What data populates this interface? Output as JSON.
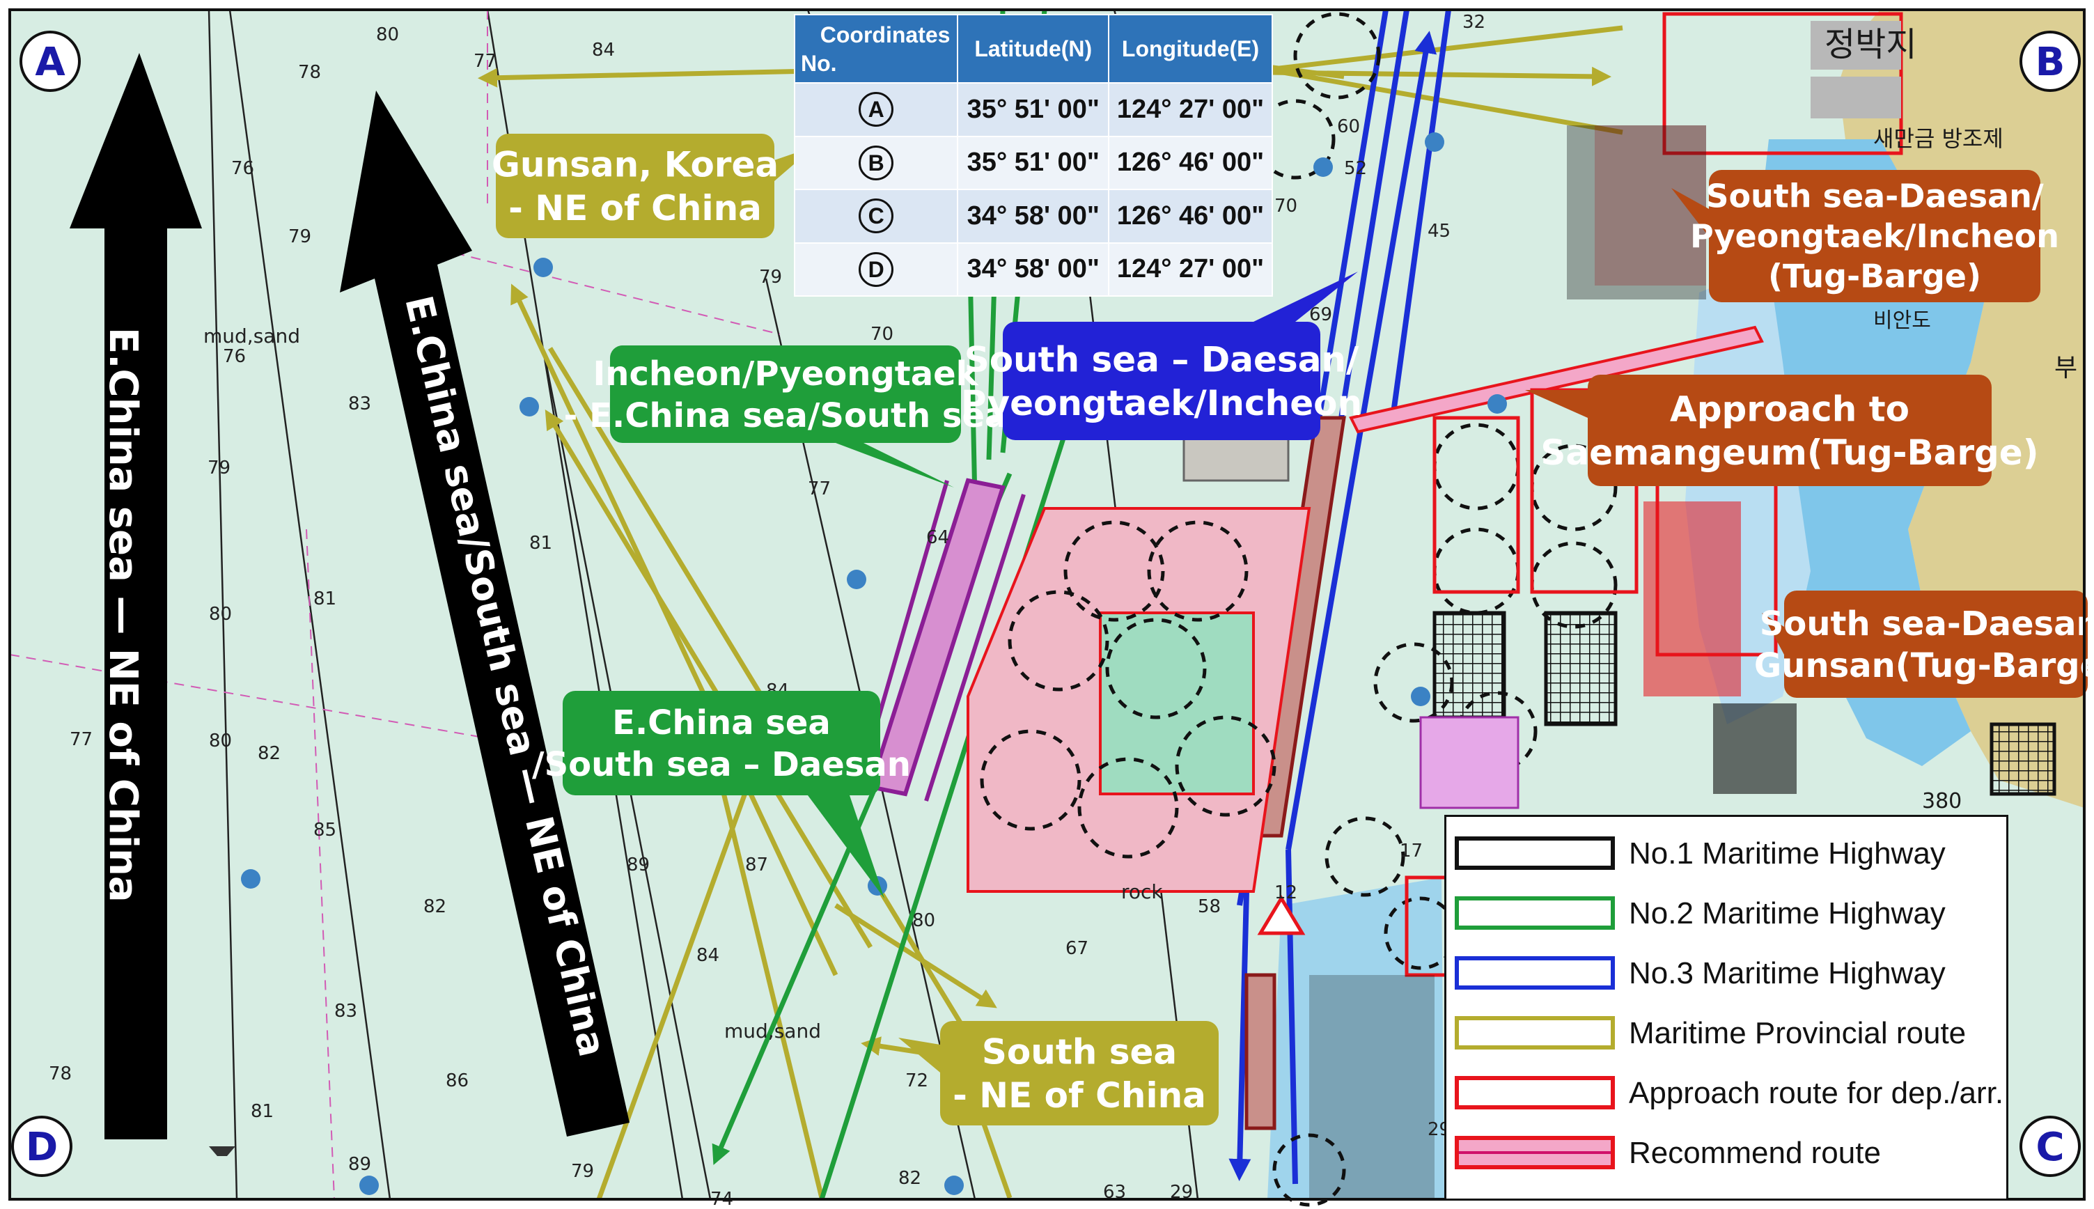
{
  "corners": [
    "A",
    "B",
    "C",
    "D"
  ],
  "coordinates_table": {
    "header_coordinates": "Coordinates",
    "header_no": "No.",
    "header_lat": "Latitude(N)",
    "header_lon": "Longitude(E)",
    "rows": [
      {
        "id": "A",
        "lat": "35° 51' 00\"",
        "lon": "124° 27' 00\""
      },
      {
        "id": "B",
        "lat": "35° 51' 00\"",
        "lon": "126° 46' 00\""
      },
      {
        "id": "C",
        "lat": "34° 58' 00\"",
        "lon": "126° 46' 00\""
      },
      {
        "id": "D",
        "lat": "34° 58' 00\"",
        "lon": "124° 27' 00\""
      }
    ]
  },
  "big_arrows": {
    "left": "E.China sea — NE of China",
    "right": "E.China sea/South sea — NE of China"
  },
  "callouts": {
    "gunsan": [
      "Gunsan, Korea",
      "- NE of China"
    ],
    "incheon_green": [
      "Incheon/Pyeongtaek",
      "- E.China sea/South sea"
    ],
    "echina_green": [
      "E.China sea",
      "/South sea – Daesan"
    ],
    "south_blue": [
      "South sea – Daesan/",
      "Pyeongtaek/Incheon"
    ],
    "south_sea_olive": [
      "South sea",
      "- NE of China"
    ],
    "tug_top": [
      "South sea-Daesan/",
      "Pyeongtaek/Incheon",
      "(Tug-Barge)"
    ],
    "saemangeum": [
      "Approach to",
      "Saemangeum(Tug-Barge)"
    ],
    "tug_gunsan": [
      "South sea-Daesan/",
      "Gunsan(Tug-Barge)"
    ]
  },
  "legend": [
    {
      "label": "No.1 Maritime Highway",
      "color": "#111111",
      "style": "box"
    },
    {
      "label": "No.2 Maritime Highway",
      "color": "#1f9e3a",
      "style": "box"
    },
    {
      "label": "No.3 Maritime Highway",
      "color": "#1a2fd6",
      "style": "box"
    },
    {
      "label": "Maritime Provincial route",
      "color": "#b4ac2e",
      "style": "box"
    },
    {
      "label": "Approach route for dep./arr.",
      "color": "#e8141c",
      "style": "box"
    },
    {
      "label": "Recommend route",
      "color": "#e8141c",
      "style": "pink"
    }
  ],
  "soundings": [
    {
      "t": "80"
    },
    {
      "t": "84"
    },
    {
      "t": "77"
    },
    {
      "t": "78"
    },
    {
      "t": "76"
    },
    {
      "t": "79"
    },
    {
      "t": "79"
    },
    {
      "t": "76"
    },
    {
      "t": "70"
    },
    {
      "t": "83"
    },
    {
      "t": "79"
    },
    {
      "t": "80"
    },
    {
      "t": "81"
    },
    {
      "t": "81"
    },
    {
      "t": "77"
    },
    {
      "t": "80"
    },
    {
      "t": "82"
    },
    {
      "t": "85"
    },
    {
      "t": "82"
    },
    {
      "t": "84"
    },
    {
      "t": "89"
    },
    {
      "t": "87"
    },
    {
      "t": "84"
    },
    {
      "t": "77"
    },
    {
      "t": "64"
    },
    {
      "t": "80"
    },
    {
      "t": "67"
    },
    {
      "t": "78"
    },
    {
      "t": "72"
    },
    {
      "t": "83"
    },
    {
      "t": "86"
    },
    {
      "t": "81"
    },
    {
      "t": "89"
    },
    {
      "t": "79"
    },
    {
      "t": "82"
    },
    {
      "t": "63"
    },
    {
      "t": "29"
    },
    {
      "t": "58"
    },
    {
      "t": "69"
    },
    {
      "t": "45"
    },
    {
      "t": "70"
    },
    {
      "t": "52"
    },
    {
      "t": "60"
    },
    {
      "t": "32"
    },
    {
      "t": "12"
    },
    {
      "t": "17"
    },
    {
      "t": "29"
    },
    {
      "t": "74"
    }
  ],
  "seabed": [
    "mud,sand",
    "mud,sand",
    "rock"
  ],
  "korean_labels": [
    "정박지",
    "새만금 방조제",
    "비안도",
    "부"
  ],
  "depth_380": "380"
}
